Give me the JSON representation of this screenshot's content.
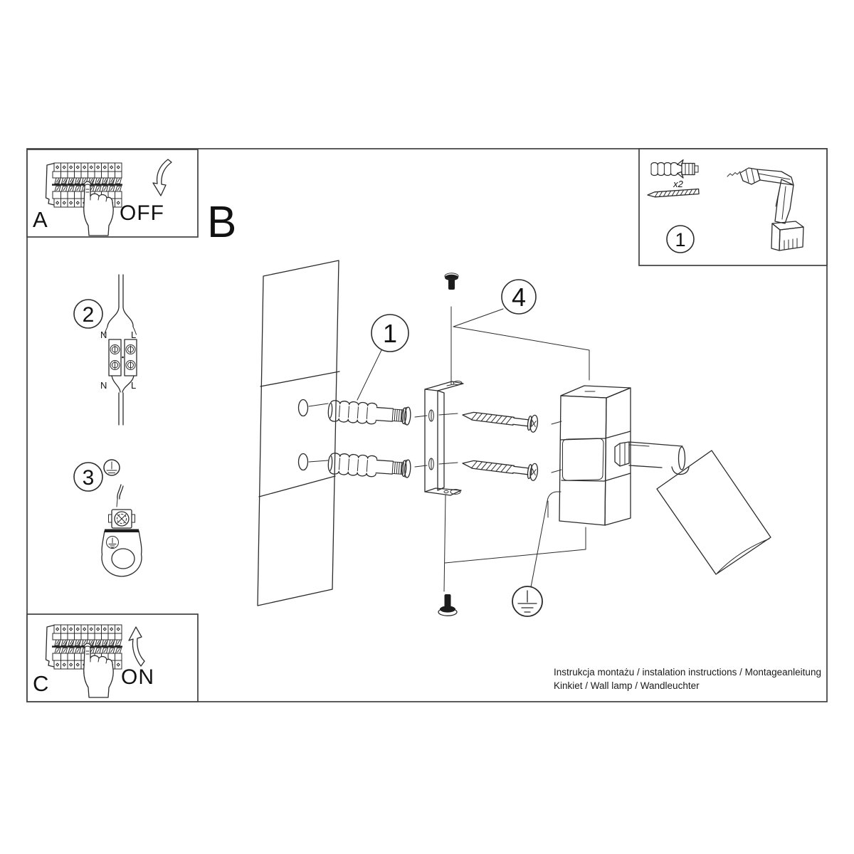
{
  "sheet": {
    "steps": {
      "a": "A",
      "b": "B",
      "c": "C"
    },
    "breaker": {
      "off": "OFF",
      "on": "ON"
    },
    "callouts": {
      "parts_box": "1",
      "wall_plug": "1",
      "wiring": "2",
      "earthing": "3",
      "mounting": "4"
    },
    "parts_box": {
      "quantity": "x2"
    },
    "wiring": {
      "n_top": "N",
      "l_top": "L",
      "n_bottom": "N",
      "l_bottom": "L"
    },
    "footer": {
      "line1": "Instrukcja montażu / instalation instructions / Montageanleitung",
      "line2": "Kinkiet / Wall lamp / Wandleuchter"
    },
    "colors": {
      "ink": "#2b2b2b",
      "border": "#3f3f3f",
      "paper": "#ffffff"
    }
  }
}
